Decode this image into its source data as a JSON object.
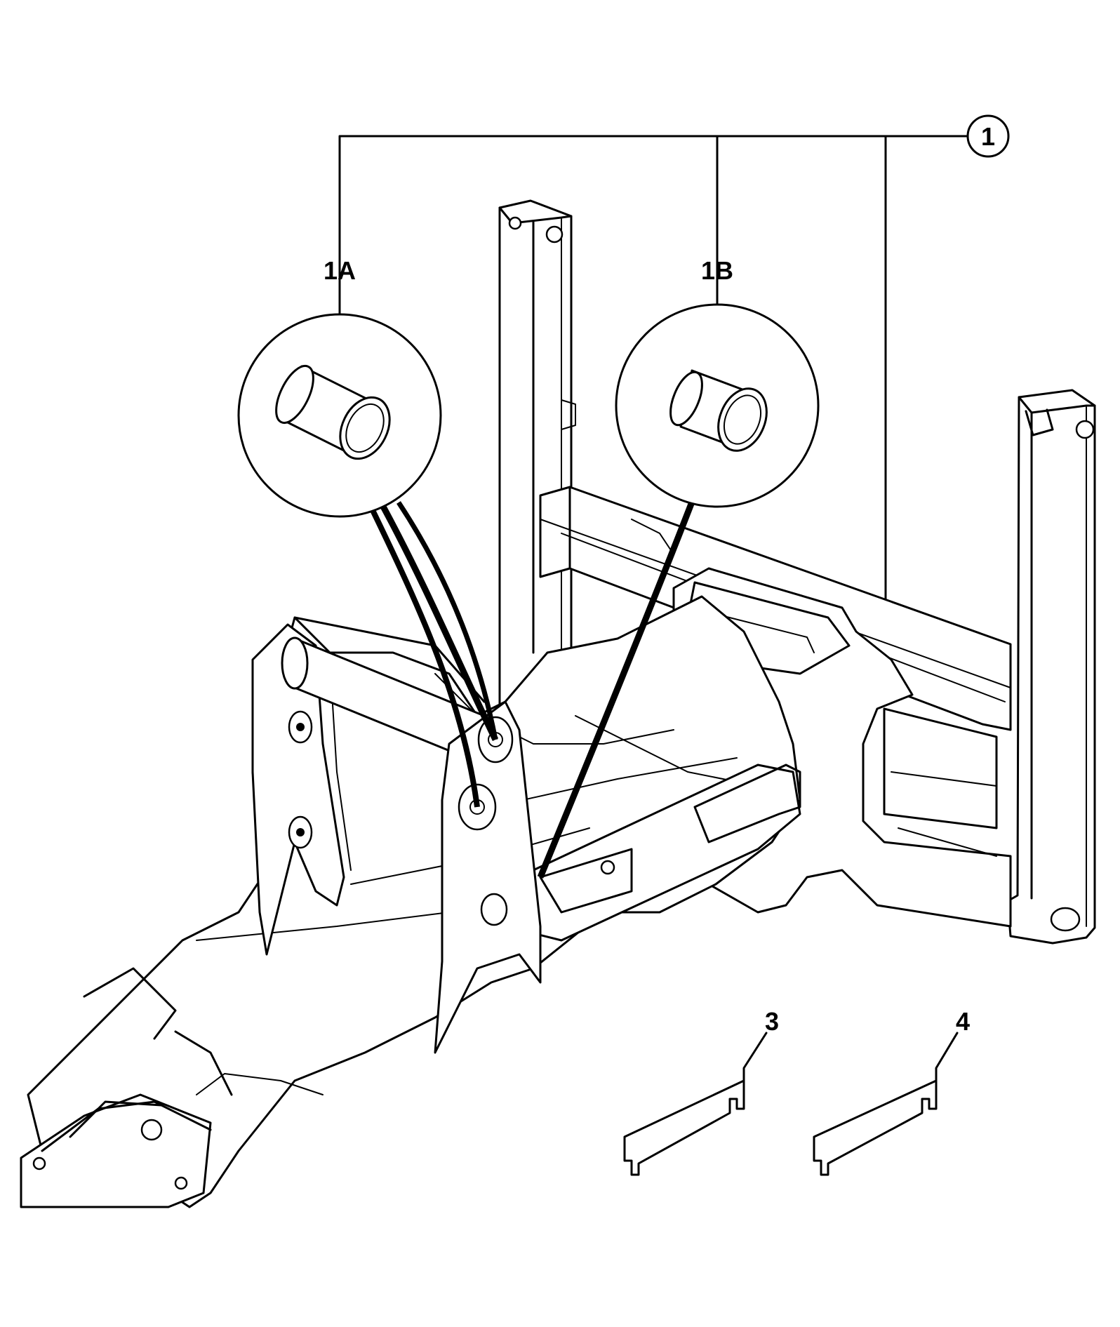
{
  "callouts": {
    "main": "1",
    "bushing_a": "1A",
    "bushing_b": "1B",
    "shim_3": "3",
    "shim_4": "4"
  },
  "colors": {
    "ink": "#000000",
    "paper": "#ffffff"
  }
}
